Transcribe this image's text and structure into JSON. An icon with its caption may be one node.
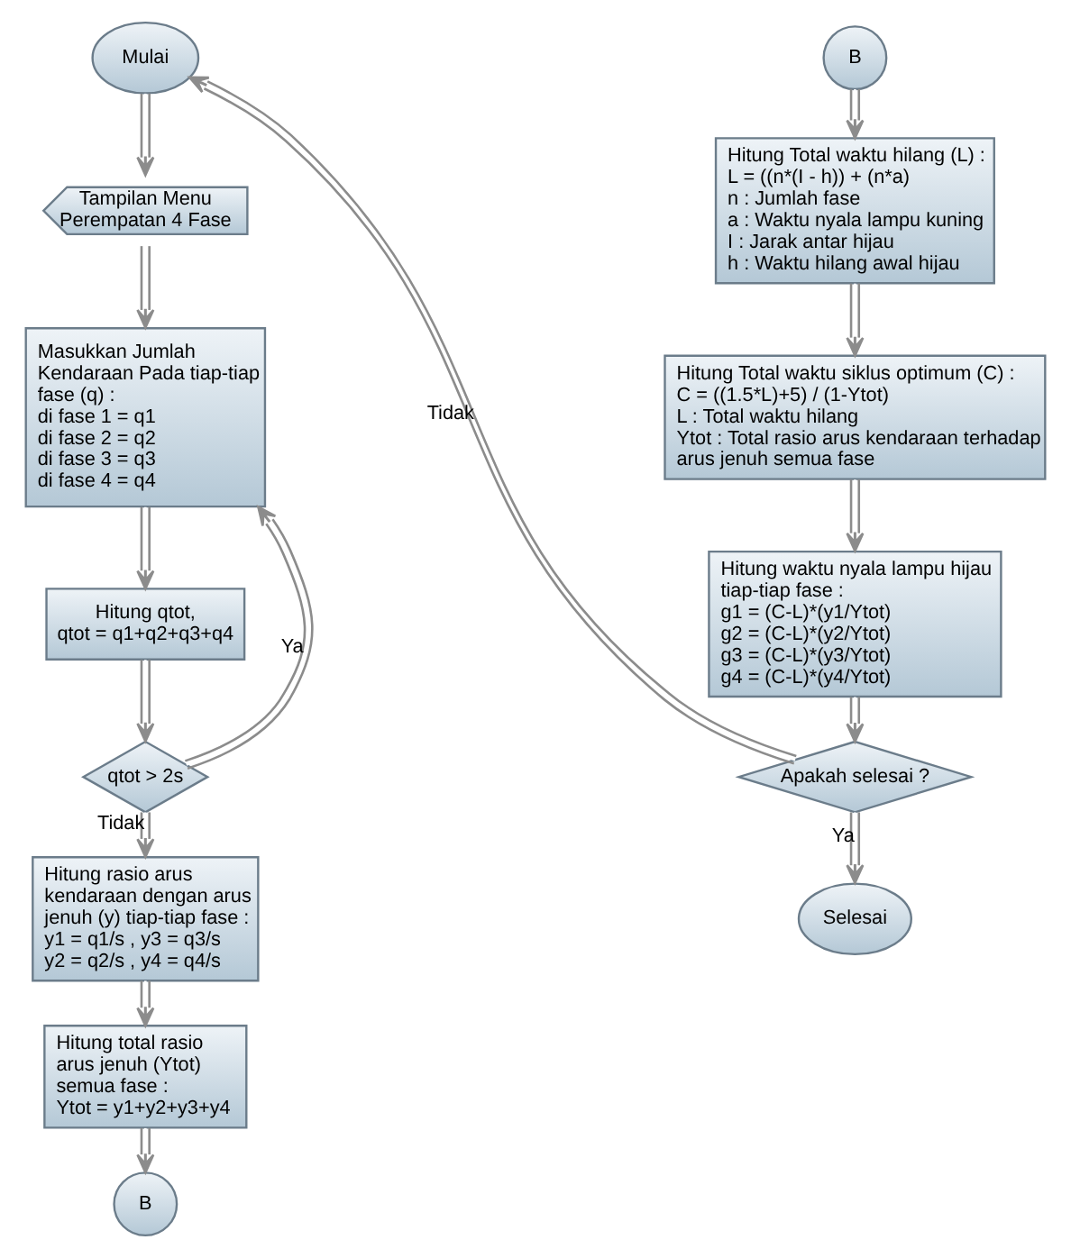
{
  "diagram": {
    "nodes": [
      {
        "text": [
          "Mulai"
        ]
      },
      {
        "text": [
          "Tampilan Menu Perempatan 4 Fase"
        ]
      },
      {
        "text": [
          "Masukkan Jumlah Kendaraan Pada tiap-tiap fase (q) :",
          "di fase 1 = q1",
          "di fase 2 = q2",
          "di fase 3 = q3",
          "di fase 4 = q4"
        ]
      },
      {
        "text": [
          "Hitung qtot,",
          "qtot = q1+q2+q3+q4"
        ]
      },
      {
        "text": [
          "qtot > 2s"
        ]
      },
      {
        "text": [
          "Hitung rasio arus kendaraan dengan arus jenuh (y) tiap-tiap fase :",
          "y1 = q1/s , y3 = q3/s",
          "y2 = q2/s , y4 = q4/s"
        ]
      },
      {
        "text": [
          "Hitung total rasio arus jenuh (Ytot) semua fase :",
          "Ytot = y1+y2+y3+y4"
        ]
      },
      {
        "text": [
          "B"
        ]
      },
      {
        "text": [
          "B"
        ]
      },
      {
        "text": [
          "Hitung Total waktu hilang (L) :",
          "L = ((n*(I - h)) + (n*a)",
          "n : Jumlah fase",
          "a : Waktu nyala lampu kuning",
          "I : Jarak antar hijau",
          "h : Waktu hilang awal hijau"
        ]
      },
      {
        "text": [
          "Hitung Total waktu siklus optimum (C) :",
          "C = ((1.5*L)+5) / (1-Ytot)",
          "L : Total waktu hilang",
          "Ytot : Total rasio arus kendaraan terhadap arus jenuh semua fase"
        ]
      },
      {
        "text": [
          "Hitung waktu nyala lampu hijau tiap-tiap fase :",
          "g1 = (C-L)*(y1/Ytot)",
          "g2 = (C-L)*(y2/Ytot)",
          "g3 = (C-L)*(y3/Ytot)",
          "g4 = (C-L)*(y4/Ytot)"
        ]
      },
      {
        "text": [
          "Apakah selesai ?"
        ]
      },
      {
        "text": [
          "Selesai"
        ]
      }
    ],
    "edges": [
      {
        "from": 0,
        "to": 1,
        "arrow": "to"
      },
      {
        "from": 1,
        "to": 2,
        "arrow": "to"
      },
      {
        "from": 2,
        "to": 3,
        "arrow": "to"
      },
      {
        "from": 3,
        "to": 4,
        "arrow": "to"
      },
      {
        "from": 4,
        "to": 2,
        "arrow": "to",
        "label": "Ya"
      },
      {
        "from": 4,
        "to": 5,
        "arrow": "to",
        "label": "Tidak"
      },
      {
        "from": 5,
        "to": 6,
        "arrow": "to"
      },
      {
        "from": 6,
        "to": 7,
        "arrow": "to"
      },
      {
        "from": 8,
        "to": 9,
        "arrow": "to"
      },
      {
        "from": 9,
        "to": 10,
        "arrow": "to"
      },
      {
        "from": 10,
        "to": 11,
        "arrow": "to"
      },
      {
        "from": 11,
        "to": 12,
        "arrow": "to"
      },
      {
        "from": 12,
        "to": 13,
        "arrow": "to",
        "label": "Ya"
      },
      {
        "from": 12,
        "to": 0,
        "arrow": "to",
        "label": "Tidak"
      }
    ]
  }
}
